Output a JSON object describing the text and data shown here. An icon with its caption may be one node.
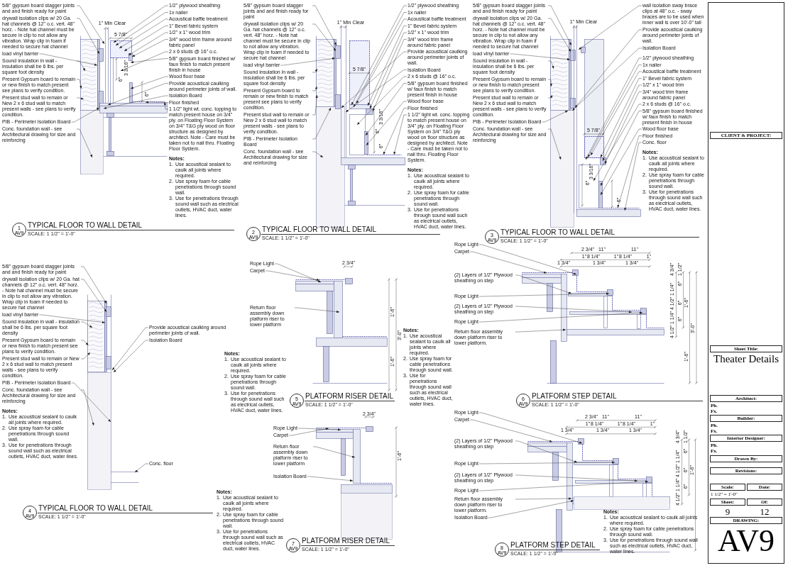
{
  "diagram": {
    "nodes": [
      {
        "text": [
          "5/8\" gypsum board stagger joints and and finish ready for paint"
        ]
      },
      {
        "text": [
          "drywall isolation clips w/ 20 Ga. hat channels @ 12\" o.c. vert. 48\" horz. - Note hat channel must be secure in clip to not allow any vibration. Wrap clip in foam if needed to secure hat channel"
        ]
      },
      {
        "text": [
          "load vinyl barrier"
        ]
      },
      {
        "text": [
          "Sound insulation in wall - insulation shall be 6 lbs. per square foot density"
        ]
      },
      {
        "text": [
          "Present Gypsum board to remain or new finish to match present see plans to verify condition."
        ]
      },
      {
        "text": [
          "Present stud wall to remain or New 2 x 6 stud wall to match present walls - see plans to verify condition."
        ]
      },
      {
        "text": [
          "PIB - Perimeter Isolation Board"
        ]
      },
      {
        "text": [
          "Conc. foundation wall - see Architectural drawing for size and reinforcing"
        ]
      },
      {
        "text": [
          "1/2\" plywood sheathing"
        ]
      },
      {
        "text": [
          "1x nailer"
        ]
      },
      {
        "text": [
          "Acoustical baffle treatment"
        ]
      },
      {
        "text": [
          "1\" Bevel fabric system"
        ]
      },
      {
        "text": [
          "1/2\" x 1\" wood trim"
        ]
      },
      {
        "text": [
          "3/4\" wood trim frame around fabric panel"
        ]
      },
      {
        "text": [
          "2 x 6 studs @ 16\" o.c."
        ]
      },
      {
        "text": [
          "5/8\" gypsum board finished w/ faux finish to match present finish in house"
        ]
      },
      {
        "text": [
          "Wood floor base"
        ]
      },
      {
        "text": [
          "Provide acoustical caulking around perimeter joints of wall."
        ]
      },
      {
        "text": [
          "Isolation Board"
        ]
      },
      {
        "text": [
          "Floor finished"
        ]
      },
      {
        "text": [
          "1 1/2\" light wt. conc. topping to match present house on 3/4\" ply. on Floating Floor System on 3/4\" T&G ply wood on floor structure as designed by architect. Note - Care must be taken not to nail thru. Floating Floor System."
        ]
      },
      {
        "text": [
          "5/8\" gypsum board stagger joints and and finish ready for paint"
        ]
      },
      {
        "text": [
          "drywall isolation clips w/ 20 Ga. hat channels @ 12\" o.c. vert. 48\" horz. - Note hat channel must be secure in clip to not allow any vibration. Wrap clip in foam if needed to secure hat channel"
        ]
      },
      {
        "text": [
          "load vinyl barrier"
        ]
      },
      {
        "text": [
          "Sound insulation in wall - insulation shall be 6 lbs. per square foot density"
        ]
      },
      {
        "text": [
          "Present Gypsum board to remain or new finish to match present see plans to verify condition."
        ]
      },
      {
        "text": [
          "Present stud wall to remain or New 2 x 6 stud wall to match present walls - see plans to verify condition."
        ]
      },
      {
        "text": [
          "PIB - Perimeter Isolation Board"
        ]
      },
      {
        "text": [
          "Conc. foundation wall - see Architectural drawing for size and reinforcing"
        ]
      },
      {
        "text": [
          "1/2\" plywood sheathing"
        ]
      },
      {
        "text": [
          "1x nailer"
        ]
      },
      {
        "text": [
          "Acoustical baffle treatment"
        ]
      },
      {
        "text": [
          "1\" Bevel fabric system"
        ]
      },
      {
        "text": [
          "1/2\" x 1\" wood trim"
        ]
      },
      {
        "text": [
          "3/4\" wood trim frame around fabric panel"
        ]
      },
      {
        "text": [
          "Provide acoustical caulking around perimeter joints of wall."
        ]
      },
      {
        "text": [
          "Isolation Board"
        ]
      },
      {
        "text": [
          "2 x 6 studs @ 16\" o.c."
        ]
      },
      {
        "text": [
          "5/8\" gypsum board finished w/ faux finish to match present finish in house"
        ]
      },
      {
        "text": [
          "Wood floor base"
        ]
      },
      {
        "text": [
          "Floor finished"
        ]
      },
      {
        "text": [
          "1 1/2\" light wt. conc. topping to match present house on 3/4\" ply. on Floating Floor System on 3/4\" T&G ply wood on floor structure as designed by architect. Note - Care must be taken not to nail thru. Floating Floor System."
        ]
      },
      {
        "text": [
          "5/8\" gypsum board stagger joints and and finish ready for paint"
        ]
      },
      {
        "text": [
          "drywall isolation clips w/ 20 Ga. hat channels @ 12\" o.c. vert. 48\" horz. - Note hat channel must be secure in clip to not allow any vibration. Wrap clip in foam if needed to secure hat channel"
        ]
      },
      {
        "text": [
          "load vinyl barrier"
        ]
      },
      {
        "text": [
          "Sound insulation in wall - insulation shall be 6 lbs. per square foot density"
        ]
      },
      {
        "text": [
          "Present Gypsum board to remain or new finish to match present see plans to verify condition."
        ]
      },
      {
        "text": [
          "Present stud wall to remain or New 2 x 6 stud wall to match present walls - see plans to verify condition."
        ]
      },
      {
        "text": [
          "PIB - Perimeter Isolation Board"
        ]
      },
      {
        "text": [
          "Conc. foundation wall - see Architectural drawing for size and reinforcing"
        ]
      },
      {
        "text": [
          "wall isolation sway brace clips at 48\" o.c. - sway braces are to be used when inner wall is over 10'-0\" tall"
        ]
      },
      {
        "text": [
          "Provide acoustical caulking around perimeter joints of wall."
        ]
      },
      {
        "text": [
          "Isolation Board"
        ]
      },
      {
        "text": [
          "1/2\" plywood sheathing"
        ]
      },
      {
        "text": [
          "1x nailer"
        ]
      },
      {
        "text": [
          "Acoustical baffle treatment"
        ]
      },
      {
        "text": [
          "1\" Bevel fabric system"
        ]
      },
      {
        "text": [
          "1/2\" x 1\" wood trim"
        ]
      },
      {
        "text": [
          "3/4\" wood trim frame around fabric panel"
        ]
      },
      {
        "text": [
          "2 x 6 studs @ 16\" o.c."
        ]
      },
      {
        "text": [
          "5/8\" gypsum board finished w/ faux finish to match present finish in house"
        ]
      },
      {
        "text": [
          "Wood floor base"
        ]
      },
      {
        "text": [
          "Floor finished"
        ]
      },
      {
        "text": [
          "Conc. floor"
        ]
      },
      {
        "text": [
          "5/8\" gypsum board stagger joints and and finish ready for paint"
        ]
      },
      {
        "text": [
          "drywall isolation clips w/ 20 Ga. hat channels @ 12\" o.c. vert. 48\" horz. - Note hat channel must be secure in clip to not allow any vibration. Wrap clip in foam if needed to secure hat channel"
        ]
      },
      {
        "text": [
          "load vinyl barrier"
        ]
      },
      {
        "text": [
          "Sound insulation in wall - insulation shall be 6 lbs. per square foot density"
        ]
      },
      {
        "text": [
          "Present Gypsum board to remain or new finish to match present see plans to verify condition."
        ]
      },
      {
        "text": [
          "Present stud wall to remain or New 2 x 6 stud wall to match present walls - see plans to verify condition."
        ]
      },
      {
        "text": [
          "PIB - Perimeter Isolation Board"
        ]
      },
      {
        "text": [
          "Conc. foundation wall - see Architectural drawing for size and reinforcing"
        ]
      },
      {
        "text": [
          "Provide acoustical caulking around perimeter joints of wall."
        ]
      },
      {
        "text": [
          "Isolation Board"
        ]
      },
      {
        "text": [
          "Conc. floor"
        ]
      },
      {
        "text": [
          "Rope Light"
        ]
      },
      {
        "text": [
          "Carpet"
        ]
      },
      {
        "text": [
          "Return floor assembly down platform riser to lower platform"
        ]
      },
      {
        "text": [
          "Rope Light"
        ]
      },
      {
        "text": [
          "Carpet"
        ]
      },
      {
        "text": [
          "(2) Layers of 1/2\" Plywood sheathing on step"
        ]
      },
      {
        "text": [
          "Rope Light"
        ]
      },
      {
        "text": [
          "(2) Layers of 1/2\" Plywood sheathing on step"
        ]
      },
      {
        "text": [
          "Rope Light"
        ]
      },
      {
        "text": [
          "Return floor assembly down platform riser to lower platform."
        ]
      },
      {
        "text": [
          "Rope Light"
        ]
      },
      {
        "text": [
          "Carpet"
        ]
      },
      {
        "text": [
          "Return floor assembly down platform riser to lower platform"
        ]
      },
      {
        "text": [
          "Isolation Board"
        ]
      },
      {
        "text": [
          "Rope Light"
        ]
      },
      {
        "text": [
          "Carpet"
        ]
      },
      {
        "text": [
          "(2) Layers of 1/2\" Plywood sheathing on step"
        ]
      },
      {
        "text": [
          "Rope Light"
        ]
      },
      {
        "text": [
          "(2) Layers of 1/2\" Plywood sheathing on step"
        ]
      },
      {
        "text": [
          "Rope Light"
        ]
      },
      {
        "text": [
          "Return floor assembly down platform riser to lower platform."
        ]
      },
      {
        "text": [
          "Isolation Board"
        ]
      },
      {
        "text": [],
        "shape": "picture"
      },
      {
        "text": [],
        "shape": "picture"
      },
      {
        "text": [],
        "shape": "picture"
      },
      {
        "text": [],
        "shape": "picture"
      },
      {
        "text": [],
        "shape": "picture"
      },
      {
        "text": [],
        "shape": "picture"
      },
      {
        "text": [],
        "shape": "picture"
      },
      {
        "text": [],
        "shape": "picture"
      }
    ],
    "edges": [
      {
        "from": 0,
        "to": 97,
        "arrow": "to"
      },
      {
        "from": 1,
        "to": 97,
        "arrow": "to"
      },
      {
        "from": 2,
        "to": 97,
        "arrow": "to"
      },
      {
        "from": 3,
        "to": 97,
        "arrow": "to"
      },
      {
        "from": 4,
        "to": 97,
        "arrow": "to"
      },
      {
        "from": 5,
        "to": 97,
        "arrow": "to"
      },
      {
        "from": 6,
        "to": 97,
        "arrow": "to"
      },
      {
        "from": 7,
        "to": 97,
        "arrow": "to"
      },
      {
        "from": 8,
        "to": 97,
        "arrow": "to"
      },
      {
        "from": 9,
        "to": 97,
        "arrow": "to"
      },
      {
        "from": 10,
        "to": 97,
        "arrow": "to"
      },
      {
        "from": 11,
        "to": 97,
        "arrow": "to"
      },
      {
        "from": 12,
        "to": 97,
        "arrow": "to"
      },
      {
        "from": 13,
        "to": 97,
        "arrow": "to"
      },
      {
        "from": 14,
        "to": 97,
        "arrow": "to"
      },
      {
        "from": 15,
        "to": 97,
        "arrow": "to"
      },
      {
        "from": 16,
        "to": 97,
        "arrow": "to"
      },
      {
        "from": 17,
        "to": 97,
        "arrow": "to"
      },
      {
        "from": 18,
        "to": 97,
        "arrow": "to"
      },
      {
        "from": 19,
        "to": 97,
        "arrow": "to"
      },
      {
        "from": 20,
        "to": 97,
        "arrow": "to"
      },
      {
        "from": 21,
        "to": 98,
        "arrow": "to"
      },
      {
        "from": 22,
        "to": 98,
        "arrow": "to"
      },
      {
        "from": 23,
        "to": 98,
        "arrow": "to"
      },
      {
        "from": 24,
        "to": 98,
        "arrow": "to"
      },
      {
        "from": 25,
        "to": 98,
        "arrow": "to"
      },
      {
        "from": 26,
        "to": 98,
        "arrow": "to"
      },
      {
        "from": 27,
        "to": 98,
        "arrow": "to"
      },
      {
        "from": 28,
        "to": 98,
        "arrow": "to"
      },
      {
        "from": 29,
        "to": 98,
        "arrow": "to"
      },
      {
        "from": 30,
        "to": 98,
        "arrow": "to"
      },
      {
        "from": 31,
        "to": 98,
        "arrow": "to"
      },
      {
        "from": 32,
        "to": 98,
        "arrow": "to"
      },
      {
        "from": 33,
        "to": 98,
        "arrow": "to"
      },
      {
        "from": 34,
        "to": 98,
        "arrow": "to"
      },
      {
        "from": 35,
        "to": 98,
        "arrow": "to"
      },
      {
        "from": 36,
        "to": 98,
        "arrow": "to"
      },
      {
        "from": 37,
        "to": 98,
        "arrow": "to"
      },
      {
        "from": 38,
        "to": 98,
        "arrow": "to"
      },
      {
        "from": 39,
        "to": 98,
        "arrow": "to"
      },
      {
        "from": 40,
        "to": 98,
        "arrow": "to"
      },
      {
        "from": 41,
        "to": 98,
        "arrow": "to"
      },
      {
        "from": 42,
        "to": 99,
        "arrow": "to"
      },
      {
        "from": 43,
        "to": 99,
        "arrow": "to"
      },
      {
        "from": 44,
        "to": 99,
        "arrow": "to"
      },
      {
        "from": 45,
        "to": 99,
        "arrow": "to"
      },
      {
        "from": 46,
        "to": 99,
        "arrow": "to"
      },
      {
        "from": 47,
        "to": 99,
        "arrow": "to"
      },
      {
        "from": 48,
        "to": 99,
        "arrow": "to"
      },
      {
        "from": 49,
        "to": 99,
        "arrow": "to"
      },
      {
        "from": 50,
        "to": 99,
        "arrow": "to"
      },
      {
        "from": 51,
        "to": 99,
        "arrow": "to"
      },
      {
        "from": 52,
        "to": 99,
        "arrow": "to"
      },
      {
        "from": 53,
        "to": 99,
        "arrow": "to"
      },
      {
        "from": 54,
        "to": 99,
        "arrow": "to"
      },
      {
        "from": 55,
        "to": 99,
        "arrow": "to"
      },
      {
        "from": 56,
        "to": 99,
        "arrow": "to"
      },
      {
        "from": 57,
        "to": 99,
        "arrow": "to"
      },
      {
        "from": 58,
        "to": 99,
        "arrow": "to"
      },
      {
        "from": 59,
        "to": 99,
        "arrow": "to"
      },
      {
        "from": 60,
        "to": 99,
        "arrow": "to"
      },
      {
        "from": 61,
        "to": 99,
        "arrow": "to"
      },
      {
        "from": 62,
        "to": 99,
        "arrow": "to"
      },
      {
        "from": 63,
        "to": 99,
        "arrow": "to"
      },
      {
        "from": 64,
        "to": 100,
        "arrow": "to"
      },
      {
        "from": 65,
        "to": 100,
        "arrow": "to"
      },
      {
        "from": 66,
        "to": 100,
        "arrow": "to"
      },
      {
        "from": 67,
        "to": 100,
        "arrow": "to"
      },
      {
        "from": 68,
        "to": 100,
        "arrow": "to"
      },
      {
        "from": 69,
        "to": 100,
        "arrow": "to"
      },
      {
        "from": 70,
        "to": 100,
        "arrow": "to"
      },
      {
        "from": 71,
        "to": 100,
        "arrow": "to"
      },
      {
        "from": 72,
        "to": 100,
        "arrow": "to"
      },
      {
        "from": 73,
        "to": 100,
        "arrow": "to"
      },
      {
        "from": 74,
        "to": 100,
        "arrow": "to"
      },
      {
        "from": 75,
        "to": 101,
        "arrow": "to"
      },
      {
        "from": 76,
        "to": 101,
        "arrow": "to"
      },
      {
        "from": 77,
        "to": 101,
        "arrow": "to"
      },
      {
        "from": 78,
        "to": 102,
        "arrow": "to"
      },
      {
        "from": 79,
        "to": 102,
        "arrow": "to"
      },
      {
        "from": 80,
        "to": 102,
        "arrow": "to"
      },
      {
        "from": 81,
        "to": 102,
        "arrow": "to"
      },
      {
        "from": 82,
        "to": 102,
        "arrow": "to"
      },
      {
        "from": 83,
        "to": 102,
        "arrow": "to"
      },
      {
        "from": 84,
        "to": 102,
        "arrow": "to"
      },
      {
        "from": 85,
        "to": 103,
        "arrow": "to"
      },
      {
        "from": 86,
        "to": 103,
        "arrow": "to"
      },
      {
        "from": 87,
        "to": 103,
        "arrow": "to"
      },
      {
        "from": 88,
        "to": 103,
        "arrow": "to"
      },
      {
        "from": 89,
        "to": 104,
        "arrow": "to"
      },
      {
        "from": 90,
        "to": 104,
        "arrow": "to"
      },
      {
        "from": 91,
        "to": 104,
        "arrow": "to"
      },
      {
        "from": 92,
        "to": 104,
        "arrow": "to"
      },
      {
        "from": 93,
        "to": 104,
        "arrow": "to"
      },
      {
        "from": 94,
        "to": 104,
        "arrow": "to"
      },
      {
        "from": 95,
        "to": 104,
        "arrow": "to"
      },
      {
        "from": 96,
        "to": 104,
        "arrow": "to"
      }
    ],
    "labels": [
      "1\" Min Clear",
      "5 7/8\"",
      "3 3/16\"",
      "6\"",
      "6\"",
      "Notes:",
      "1.",
      "Use acoustical sealant to caulk all joints where required.",
      "2.",
      "Use spray foam for cable penetrations through sound wall.",
      "3.",
      "Use for penetrations through sound wall such as electrical outlets, HVAC duct, water lines.",
      "TYPICAL FLOOR TO WALL DETAIL",
      "1",
      "AV9",
      "SCALE: 1 1/2\" = 1'-0\"",
      "1\" Min Clear",
      "5 7/8\"",
      "3 3/16\"",
      "6\"",
      "6\"",
      "Notes:",
      "1.",
      "Use acoustical sealant to caulk all joints where required.",
      "2.",
      "Use spray foam for cable penetrations through sound wall.",
      "3.",
      "Use for penetrations through sound wall such as electrical outlets, HVAC duct, water lines.",
      "TYPICAL FLOOR TO WALL DETAIL",
      "2",
      "AV9",
      "SCALE: 1 1/2\" = 1'-0\"",
      "1\" Min Clear",
      "5 7/8\"",
      "3 3/16\"",
      "6\"",
      "6\"",
      "Notes:",
      "1.",
      "Use acoustical sealant to caulk all joints where required.",
      "2.",
      "Use spray foam for cable penetrations through sound wall.",
      "3.",
      "Use for penetrations through sound wall such as electrical outlets, HVAC duct, water lines.",
      "TYPICAL FLOOR TO WALL DETAIL",
      "3",
      "AV9",
      "SCALE: 1 1/2\" = 1'-0\"",
      "Notes:",
      "1.",
      "Use acoustical sealant to caulk all joints where required.",
      "2.",
      "Use spray foam for cable penetrations through sound wall.",
      "3.",
      "Use for penetrations through sound wall such as electrical outlets, HVAC duct, water lines.",
      "TYPICAL FLOOR TO WALL DETAIL",
      "4",
      "AV9",
      "SCALE: 1 1/2\" = 1'-0\"",
      "2 3/4\"",
      "1'-6\"",
      "1'-6\"",
      "3'-0\"",
      "Notes:",
      "1.",
      "Use acoustical sealant to caulk all joints where required.",
      "2.",
      "Use spray foam for cable penetrations through sound wall.",
      "3.",
      "Use for penetrations through sound wall such as electrical outlets, HVAC duct, water lines.",
      "PLATFORM RISER DETAIL",
      "5",
      "AV9",
      "SCALE: 1 1/2\" = 1'-0\"",
      "2 3/4\"",
      "11\"",
      "11\"",
      "1 3/4\"",
      "1\"",
      "8 1/4\"",
      "1\"",
      "8 1/4\"",
      "1\"",
      "1 3/4\"",
      "1 3/4\"",
      "4 3/4\"",
      "1 1/2\"",
      "1 1/4\"",
      "6\"",
      "4 1/2\"",
      "6\"",
      "1'-6\"",
      "1 1/4\"",
      "6\"",
      "4 1/2\"",
      "3'-0\"",
      "1'-6\"",
      "Notes:",
      "1.",
      "Use acoustical sealant to caulk all joints where required.",
      "2.",
      "Use spray foam for cable penetrations through sound wall.",
      "3.",
      "Use for penetrations through sound wall such as electrical outlets, HVAC duct, water lines.",
      "PLATFORM STEP DETAIL",
      "6",
      "AV9",
      "SCALE: 1 1/2\" = 1'-0\"",
      "2 3/4\"",
      "1'-6\"",
      "Notes:",
      "1.",
      "Use acoustical sealant to caulk all joints where required.",
      "2.",
      "Use spray foam for cable penetrations through sound wall.",
      "3.",
      "Use for penetrations through sound wall such as electrical outlets, HVAC duct, water lines.",
      "PLATFORM RISER DETAIL",
      "7",
      "AV9",
      "SCALE: 1 1/2\" = 1'-0\"",
      "2 3/4\"",
      "11\"",
      "11\"",
      "1 3/4\"",
      "1\"",
      "8 1/4\"",
      "1\"",
      "8 1/4\"",
      "1\"",
      "1 3/4\"",
      "1 3/4\"",
      "4 3/4\"",
      "1 1/2\"",
      "1 1/4\"",
      "6\"",
      "4 1/2\"",
      "6\"",
      "1'-6\"",
      "1 1/4\"",
      "6\"",
      "4 1/2\"",
      "Notes:",
      "1.",
      "Use acoustical sealant to caulk all joints where required.",
      "2.",
      "Use spray foam for cable penetrations through sound wall.",
      "3.",
      "Use for penetrations through sound wall such as electrical outlets, HVAC duct, water lines.",
      "PLATFORM STEP DETAIL",
      "8",
      "AV9",
      "SCALE: 1 1/2\" = 1'-0\"",
      "CLIENT & PROJECT:",
      "Sheet Title:",
      "Theater Details",
      "Architect:",
      "Ph.",
      "Fx.",
      "Builder:",
      "Ph.",
      "Fx.",
      "Interior Designer:",
      "Ph.",
      "Fx.",
      "Drawn By:",
      "Revisions:",
      "Scale:",
      "Date:",
      "1 1/2\" = 1'-0\"",
      "Sheet:",
      "Of:",
      "9",
      "12",
      "DRAWING:",
      "AV9"
    ]
  }
}
